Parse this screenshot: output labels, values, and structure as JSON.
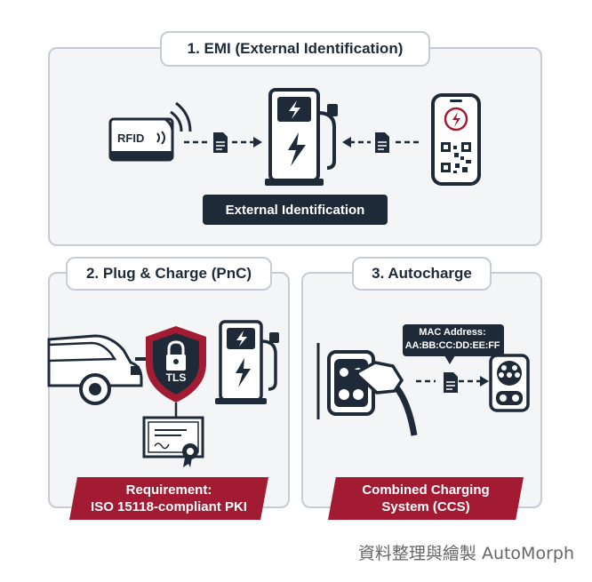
{
  "panels": {
    "emi": {
      "title": "1. EMI (External Identification)",
      "rfid_label": "RFID",
      "caption": "External Identification"
    },
    "pnc": {
      "title": "2. Plug & Charge (PnC)",
      "tls_label": "TLS",
      "requirement_line1": "Requirement:",
      "requirement_line2": "ISO 15118-compliant PKI"
    },
    "autocharge": {
      "title": "3. Autocharge",
      "mac_label": "MAC Address:",
      "mac_value": "AA:BB:CC:DD:EE:FF",
      "banner_line1": "Combined Charging",
      "banner_line2": "System (CCS)"
    }
  },
  "credit": "資料整理與繪製 AutoMorph",
  "colors": {
    "navy": "#1f2a38",
    "accent_red": "#a31b32",
    "panel_bg": "#f3f5f7",
    "border": "#c5ccd3"
  },
  "icons": [
    "rfid-card-icon",
    "charger-icon",
    "phone-qr-icon",
    "document-icon",
    "car-icon",
    "shield-lock-icon",
    "certificate-icon",
    "ccs-socket-icon",
    "charging-plug-icon"
  ]
}
